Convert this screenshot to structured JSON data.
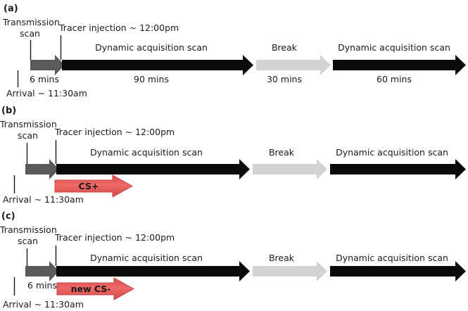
{
  "figure": {
    "title_alt": "PET scanning session timeline",
    "colors": {
      "black_arrow": "#0a0a0a",
      "gray_arrow": "#5a5a5a",
      "break_arrow": "#d3d3d3",
      "red_arrow": "#e05252",
      "red_arrow_edge": "#cc4444",
      "text": "#1a1a1a"
    }
  },
  "panels": [
    {
      "id": "a",
      "label": "(a)",
      "annotations": {
        "transmission_line1": "Transmission",
        "transmission_line2": "scan",
        "tracer": "Tracer injection ~ 12:00pm",
        "arrival": "Arrival ~ 11:30am",
        "transmission_duration": "6 mins"
      },
      "segments": [
        {
          "name": "transmission-scan",
          "kind": "gray",
          "top_label": "",
          "bottom_label": "6 mins"
        },
        {
          "name": "dynamic-acquisition-scan-1",
          "kind": "black",
          "top_label": "Dynamic acquisition scan",
          "bottom_label": "90 mins"
        },
        {
          "name": "break",
          "kind": "break",
          "top_label": "Break",
          "bottom_label": "30 mins"
        },
        {
          "name": "dynamic-acquisition-scan-2",
          "kind": "black",
          "top_label": "Dynamic acquisition scan",
          "bottom_label": "60 mins"
        }
      ],
      "cs_arrow": null
    },
    {
      "id": "b",
      "label": "(b)",
      "annotations": {
        "transmission_line1": "Transmission",
        "transmission_line2": "scan",
        "tracer": "Tracer injection ~ 12:00pm",
        "arrival": "Arrival ~ 11:30am",
        "transmission_duration": ""
      },
      "segments": [
        {
          "name": "transmission-scan",
          "kind": "gray",
          "top_label": "",
          "bottom_label": ""
        },
        {
          "name": "dynamic-acquisition-scan-1",
          "kind": "black",
          "top_label": "Dynamic acquisition scan",
          "bottom_label": ""
        },
        {
          "name": "break",
          "kind": "break",
          "top_label": "Break",
          "bottom_label": ""
        },
        {
          "name": "dynamic-acquisition-scan-2",
          "kind": "black",
          "top_label": "Dynamic acquisition scan",
          "bottom_label": ""
        }
      ],
      "cs_arrow": {
        "label": "CS+"
      }
    },
    {
      "id": "c",
      "label": "(c)",
      "annotations": {
        "transmission_line1": "Transmission",
        "transmission_line2": "scan",
        "tracer": "Tracer injection ~ 12:00pm",
        "arrival": "Arrival ~ 11:30am",
        "transmission_duration": "6 mins"
      },
      "segments": [
        {
          "name": "transmission-scan",
          "kind": "gray",
          "top_label": "",
          "bottom_label": "6 mins"
        },
        {
          "name": "dynamic-acquisition-scan-1",
          "kind": "black",
          "top_label": "Dynamic acquisition scan",
          "bottom_label": ""
        },
        {
          "name": "break",
          "kind": "break",
          "top_label": "Break",
          "bottom_label": ""
        },
        {
          "name": "dynamic-acquisition-scan-2",
          "kind": "black",
          "top_label": "Dynamic acquisition scan",
          "bottom_label": ""
        }
      ],
      "cs_arrow": {
        "label": "new CS-"
      }
    }
  ]
}
